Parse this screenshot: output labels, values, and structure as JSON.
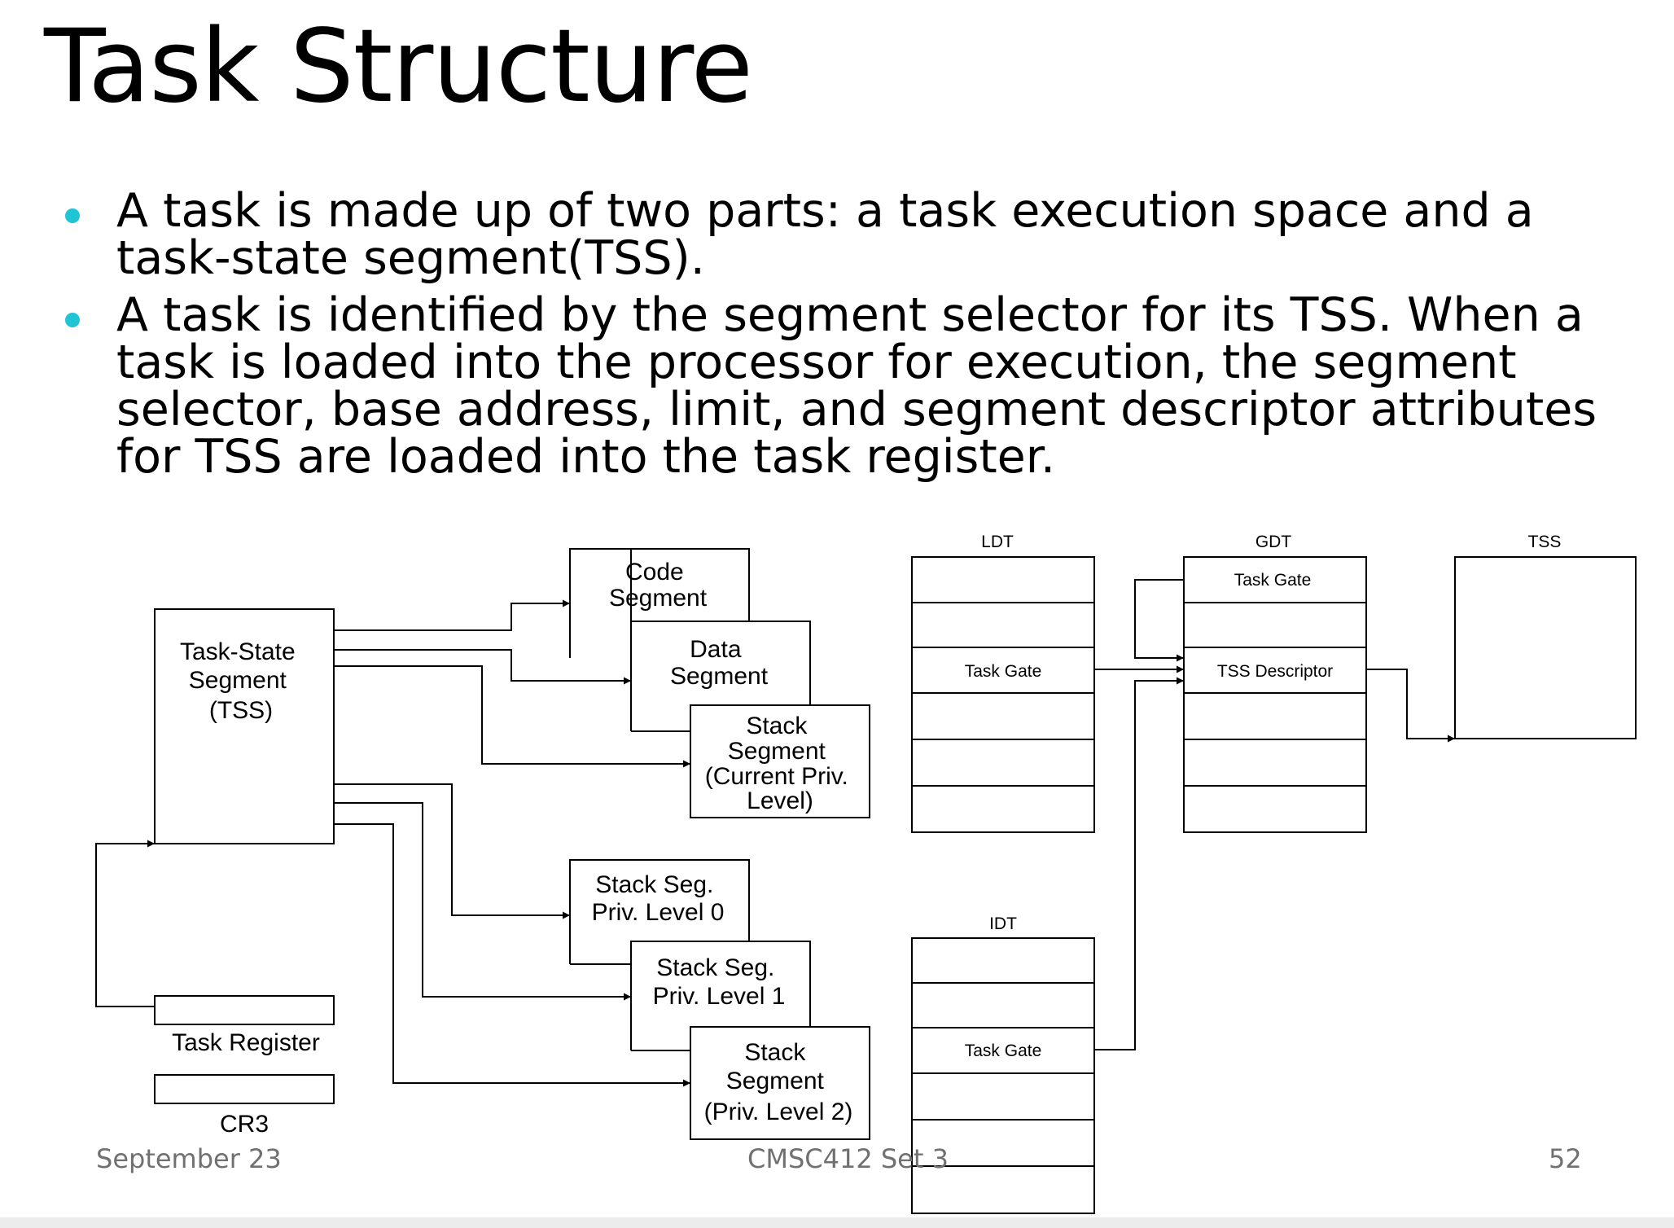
{
  "slide": {
    "title": "Task Structure",
    "bullets": [
      "A task is made up of two parts: a task execution space and a task-state segment(TSS).",
      "A task is identified by the segment selector for its TSS. When a task is loaded into the processor for execution, the segment selector, base address, limit, and segment descriptor attributes for TSS are loaded into the task register."
    ],
    "accent_color": "#1fc4d6"
  },
  "diagram": {
    "tss_box": [
      "Task-State",
      "Segment",
      "(TSS)"
    ],
    "code_segment": [
      "Code",
      "Segment"
    ],
    "data_segment": [
      "Data",
      "Segment"
    ],
    "stack_current": [
      "Stack",
      "Segment",
      "(Current Priv.",
      "Level)"
    ],
    "stack_pl0": [
      "Stack Seg.",
      "Priv. Level 0"
    ],
    "stack_pl1": [
      "Stack Seg.",
      "Priv. Level 1"
    ],
    "stack_pl2": [
      "Stack",
      "Segment",
      "(Priv. Level 2)"
    ],
    "task_register": "Task Register",
    "cr3": "CR3",
    "ldt": {
      "title": "LDT",
      "entry": "Task Gate"
    },
    "gdt": {
      "title": "GDT",
      "entries": [
        "Task Gate",
        "TSS Descriptor"
      ]
    },
    "idt": {
      "title": "IDT",
      "entry": "Task Gate"
    },
    "tss_target": "TSS"
  },
  "footer": {
    "date": "September 23",
    "course": "CMSC412 Set 3",
    "page": "52"
  }
}
